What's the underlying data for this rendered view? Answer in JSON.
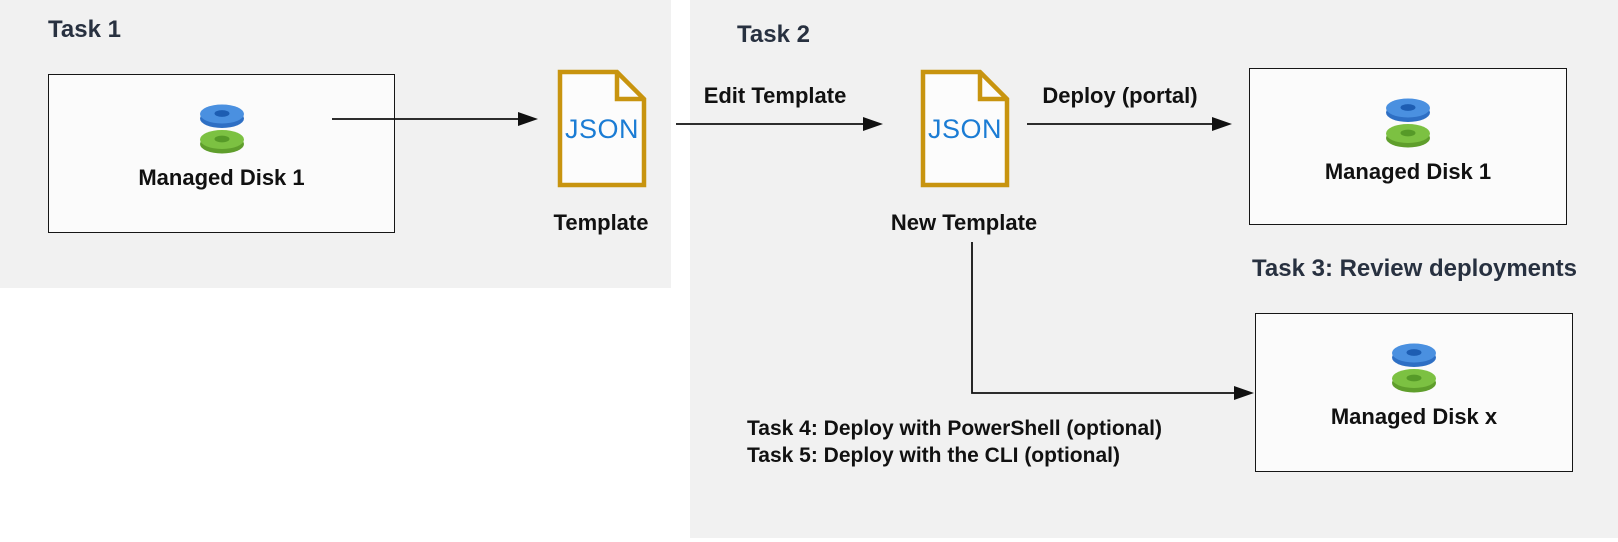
{
  "diagram": {
    "task1": {
      "title": "Task 1",
      "disk_box_label": "Managed Disk 1",
      "json_icon_text": "JSON",
      "json_icon_label": "Template"
    },
    "task2": {
      "title": "Task 2",
      "edit_arrow_label": "Edit Template",
      "json_icon_text": "JSON",
      "json_icon_label": "New Template",
      "deploy_arrow_label": "Deploy (portal)",
      "disk_box_label": "Managed Disk 1"
    },
    "task3": {
      "heading": "Task 3: Review deployments",
      "disk_box_label": "Managed Disk x"
    },
    "task4_label": "Task 4: Deploy with PowerShell (optional)",
    "task5_label": "Task 5: Deploy with the CLI (optional)"
  },
  "colors": {
    "panel_bg": "#f1f1f1",
    "heading": "#283140",
    "text": "#111111",
    "arrow": "#111111",
    "json_gold": "#c8940f",
    "json_blue": "#1b7cd4",
    "box_bg": "#fbfbfb",
    "box_border": "#161616",
    "disk_blue": "#4a90e0",
    "disk_blue_dark": "#2e6fc4",
    "disk_blue_hole": "#1d5db2",
    "disk_green": "#7cc142",
    "disk_green_dark": "#5f9e2c",
    "disk_green_hole": "#569a28"
  }
}
